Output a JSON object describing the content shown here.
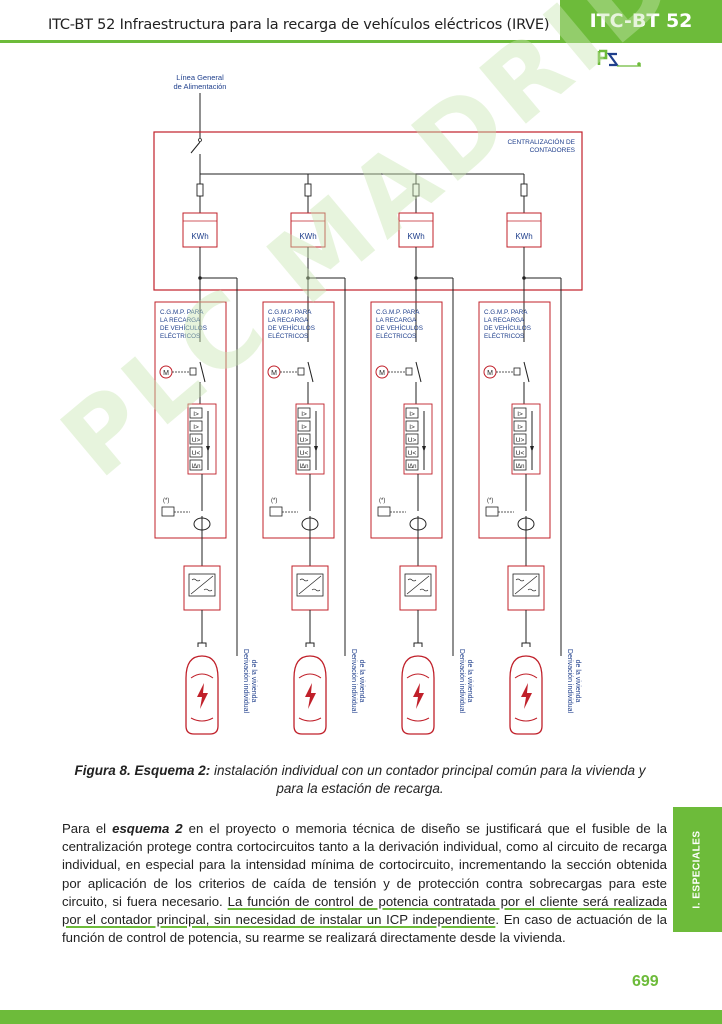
{
  "header": {
    "title": "ITC-BT 52 Infraestructura para la recarga de vehículos eléctricos (IRVE)",
    "tab_label": "ITC-BT 52"
  },
  "diagram": {
    "supply_label_line1": "Línea General",
    "supply_label_line2": "de Alimentación",
    "meter_box_label_line1": "CENTRALIZACIÓN DE",
    "meter_box_label_line2": "CONTADORES",
    "meter_label": "KWh",
    "protection_label_lines": [
      "C.G.M.P. PARA",
      "LA RECARGA",
      "DE VEHÍCULOS",
      "ELÉCTRICOS"
    ],
    "motor_label": "M",
    "relay_labels": [
      "I>",
      "I>",
      "U>",
      "U<"
    ],
    "idn_label": "IΔn",
    "optional_mark": "(*)",
    "derivation_label_line1": "Derivación individual",
    "derivation_label_line2": "de la vivienda",
    "circuits": 4
  },
  "watermark": "PLC MADRID",
  "caption": {
    "figure": "Figura 8.",
    "scheme": "Esquema 2:",
    "text": "instalación individual con un contador principal común para la vivienda y para la estación de recarga."
  },
  "body": {
    "p1": "Para el ",
    "p2": "esquema 2",
    "p3": " en el proyecto o memoria técnica de diseño se justificará que el fusible de la centralización protege contra cortocircuitos tanto a la derivación individual, como al circuito de recarga individual, en especial para la intensidad mínima de cortocircuito, incrementando la sección obtenida por aplicación de los criterios de caída de tensión y de protección contra sobrecargas para este circuito, si fuera necesario. ",
    "p4": "La función de control de potencia contratada por el cliente será realizada por el contador principal, sin necesidad de instalar un ICP independiente",
    "p5": ". En caso de actuación de la función de control de potencia, su rearme se realizará directamente desde la vivienda."
  },
  "side_tab": "I. ESPECIALES",
  "page_number": "699",
  "colors": {
    "green": "#6dbb3a",
    "red": "#c0202a",
    "blue": "#1f3f8c"
  }
}
